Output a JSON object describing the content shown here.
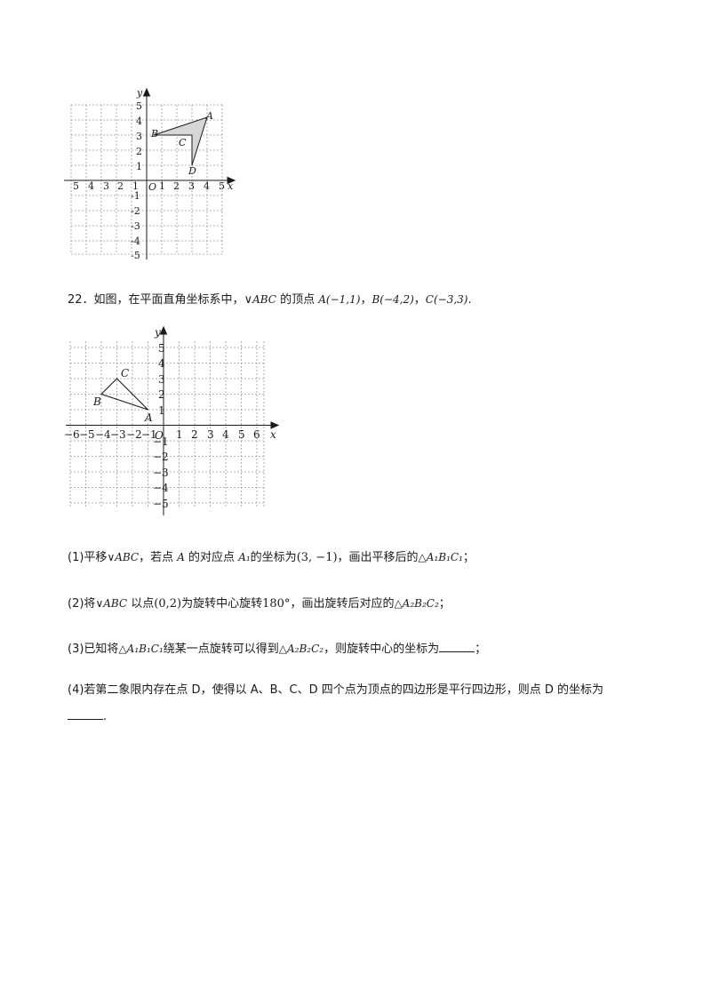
{
  "figure1": {
    "x_ticks_neg": [
      "5",
      "4",
      "3",
      "2",
      "1"
    ],
    "x_ticks_pos": [
      "1",
      "2",
      "3",
      "4",
      "5"
    ],
    "y_ticks_pos": [
      "1",
      "2",
      "3",
      "4",
      "5"
    ],
    "y_ticks_neg": [
      "-1",
      "-2",
      "-3",
      "-4",
      "-5"
    ],
    "origin": "O",
    "x_axis": "x",
    "y_axis": "y",
    "points": {
      "A": "A",
      "B": "B",
      "C": "C",
      "D": "D"
    }
  },
  "question": {
    "number": "22．",
    "intro": "如图，在平面直角坐标系中，",
    "triangle_symbol": "∨",
    "triangle_name": "ABC",
    "vertices_label": "的顶点",
    "A": "A(−1,1)",
    "sep1": "，",
    "B": "B(−4,2)",
    "sep2": "，",
    "C": "C(−3,3)",
    "end": "."
  },
  "figure2": {
    "x_ticks_neg": [
      "−6",
      "−5",
      "−4",
      "−3",
      "−2",
      "−1"
    ],
    "x_ticks_pos": [
      "1",
      "2",
      "3",
      "4",
      "5",
      "6"
    ],
    "y_ticks_pos": [
      "1",
      "2",
      "3",
      "4",
      "5"
    ],
    "y_ticks_neg": [
      "−1",
      "−2",
      "−3",
      "−4",
      "−5"
    ],
    "origin": "O",
    "x_axis": "x",
    "y_axis": "y",
    "points": {
      "A": "A",
      "B": "B",
      "C": "C"
    }
  },
  "parts": [
    {
      "num": "(1)",
      "t1": "平移",
      "tri": "∨ABC",
      "t2": "，若点 ",
      "pA": "A",
      "t3": " 的对应点 ",
      "pA1": "A₁",
      "t4": "的坐标为",
      "coord": "(3, −1)",
      "t5": "，画出平移后的",
      "tri2": "△A₁B₁C₁",
      "t6": "；"
    },
    {
      "num": "(2)",
      "t1": "将",
      "tri": "∨ABC",
      "t2": "以点",
      "coord": "(0,2)",
      "t3": "为旋转中心旋转",
      "angle": "180°",
      "t4": "，画出旋转后对应的",
      "tri2": "△A₂B₂C₂",
      "t5": "；"
    },
    {
      "num": "(3)",
      "t1": "已知将",
      "tri": "△A₁B₁C₁",
      "t2": "绕某一点旋转可以得到",
      "tri2": "△A₂B₂C₂",
      "t3": "，则旋转中心的坐标为",
      "t4": "；"
    },
    {
      "num": "(4)",
      "t1": "若第二象限内存在点 D，使得以 A、B、C、D 四个点为顶点的四边形是平行四边形，则点 D 的坐标为",
      "t2": "."
    }
  ]
}
